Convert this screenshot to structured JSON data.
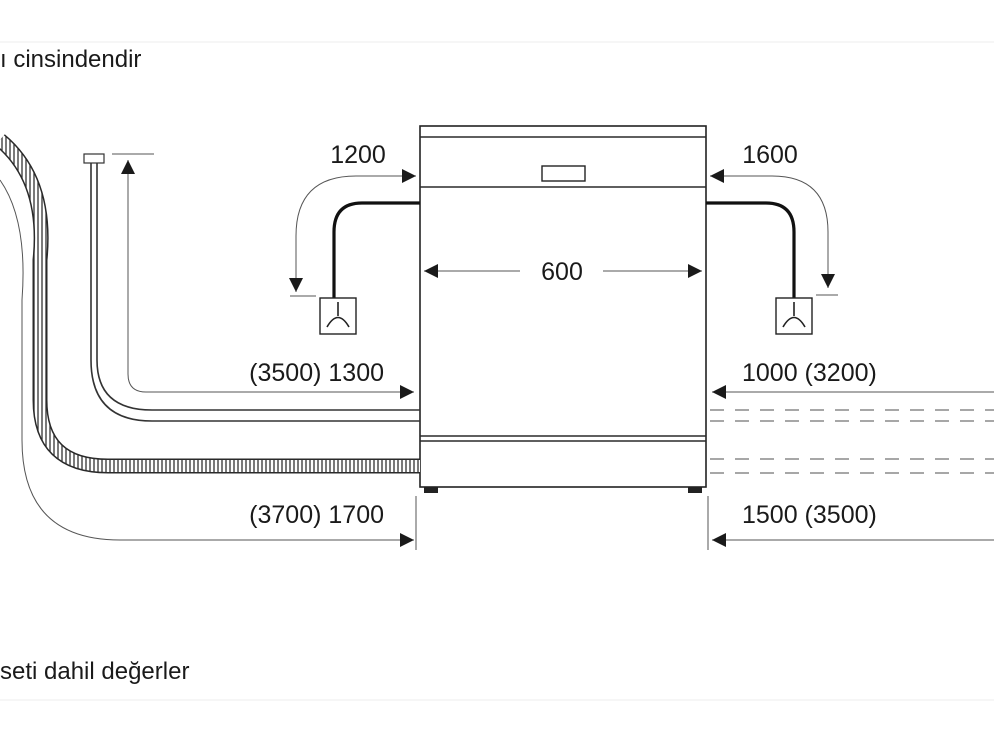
{
  "notes": {
    "top": "ı cinsindendir",
    "bottom": "seti dahil değerler"
  },
  "dimensions": {
    "width": "600",
    "drain_left": "1200",
    "drain_right": "1600",
    "water_left": "(3500) 1300",
    "water_right": "1000 (3200)",
    "power_left": "(3700) 1700",
    "power_right": "1500 (3500)"
  }
}
